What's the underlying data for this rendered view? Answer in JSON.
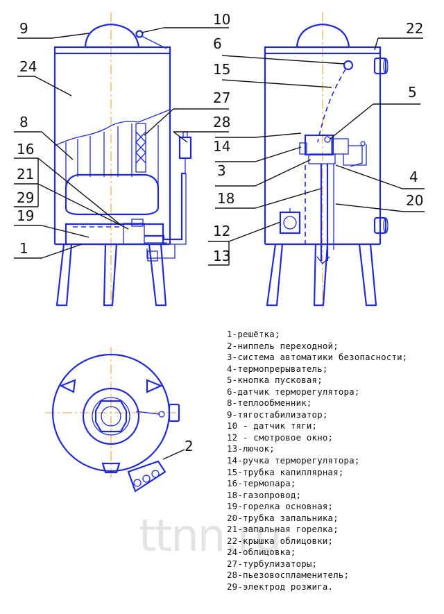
{
  "callouts": {
    "left_view": [
      "9",
      "10",
      "24",
      "27",
      "28",
      "8",
      "16",
      "21",
      "29",
      "19",
      "1"
    ],
    "right_view": [
      "6",
      "22",
      "15",
      "5",
      "14",
      "3",
      "4",
      "20",
      "18",
      "12",
      "13"
    ],
    "top_view": [
      "2"
    ]
  },
  "legend": [
    "1-решётка;",
    "2-ниппель переходной;",
    "3-система автоматики безопасности;",
    "4-термопрерыватель;",
    "5-кнопка пусковая;",
    "6-датчик терморегулятора;",
    "8-теплообменник;",
    "9-тягостабилизатор;",
    "10 - датчик тяги;",
    "12 - смотровое окно;",
    "13-лючок;",
    "14-ручка терморегулятора;",
    "15-трубка капиллярная;",
    "16-термопара;",
    "18-газопровод;",
    "19-горелка основная;",
    "20-трубка запальника;",
    "21-запальная горелка;",
    "22-крышка облицовки;",
    "24-облицовка;",
    "27-турбулизаторы;",
    "28-пьезовоспламенитель;",
    "29-электрод розжига."
  ],
  "watermark": "ttnn.ru",
  "colors": {
    "drawing": "#1f2ad6",
    "axis": "#e8a23b",
    "leader": "#111111"
  }
}
